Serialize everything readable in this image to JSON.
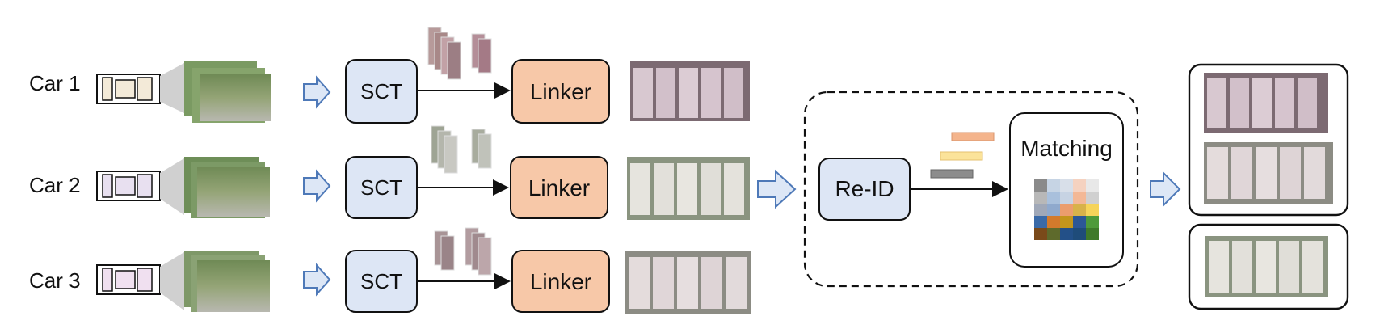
{
  "rows": [
    {
      "car_label": "Car 1",
      "sct_label": "SCT",
      "linker_label": "Linker"
    },
    {
      "car_label": "Car 2",
      "sct_label": "SCT",
      "linker_label": "Linker"
    },
    {
      "car_label": "Car 3",
      "sct_label": "SCT",
      "linker_label": "Linker"
    }
  ],
  "reid": {
    "label": "Re-ID"
  },
  "matching": {
    "label": "Matching"
  },
  "colors": {
    "sct_fill": "#dde6f5",
    "linker_fill": "#f7c8a8",
    "arrow_fill": "#dde7f6",
    "arrow_stroke": "#4e79b8"
  }
}
